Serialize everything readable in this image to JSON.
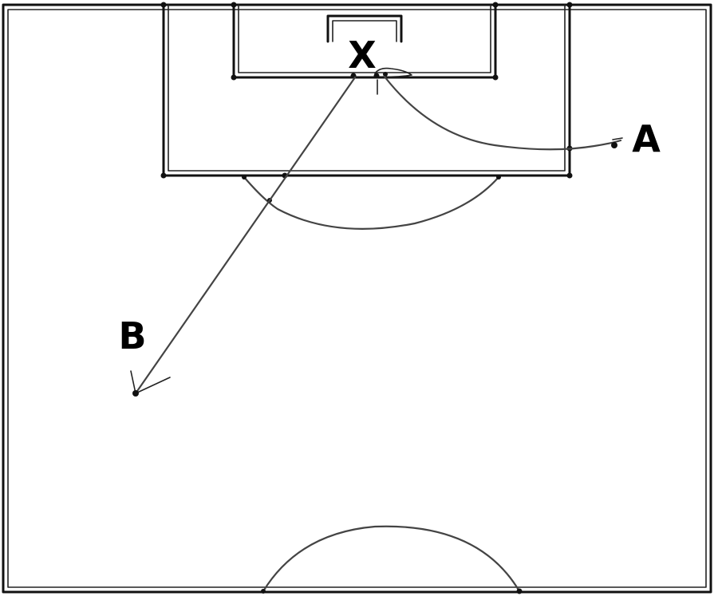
{
  "diagram": {
    "labels": {
      "x": "X",
      "a": "A",
      "b": "B"
    },
    "colors": {
      "lines": "#111111",
      "paths": "#444444",
      "background": "#ffffff"
    }
  }
}
